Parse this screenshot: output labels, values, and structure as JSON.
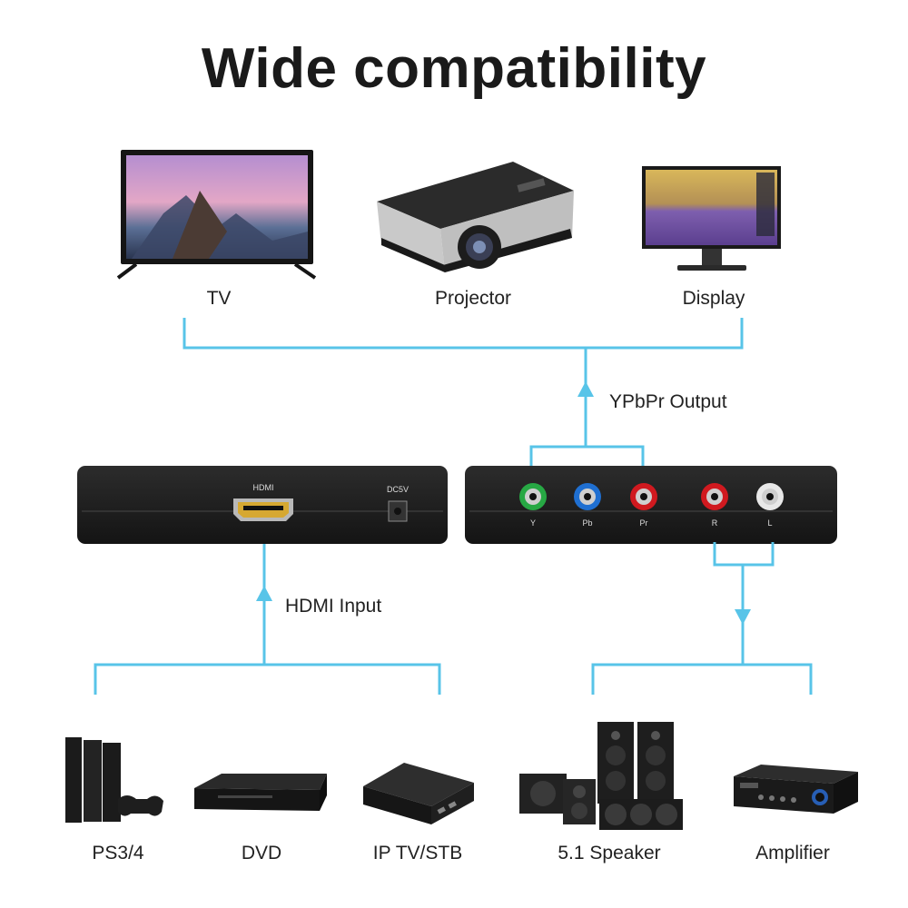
{
  "title": "Wide compatibility",
  "outputs": [
    {
      "label": "TV",
      "icon": "tv-icon"
    },
    {
      "label": "Projector",
      "icon": "projector-icon"
    },
    {
      "label": "Display",
      "icon": "monitor-icon"
    }
  ],
  "ypbpr_output_label": "YPbPr Output",
  "hdmi_input_label": "HDMI Input",
  "converter_front": {
    "hdmi_port_label": "HDMI",
    "power_label": "DC5V"
  },
  "converter_back": {
    "ports": [
      {
        "label": "Y",
        "color": "#27a844"
      },
      {
        "label": "Pb",
        "color": "#1f6fd1"
      },
      {
        "label": "Pr",
        "color": "#d0191f"
      },
      {
        "label": "R",
        "color": "#d0191f"
      },
      {
        "label": "L",
        "color": "#e8e8e8"
      }
    ]
  },
  "inputs": [
    {
      "label": "PS3/4",
      "icon": "game-console-icon"
    },
    {
      "label": "DVD",
      "icon": "dvd-player-icon"
    },
    {
      "label": "IP TV/STB",
      "icon": "set-top-box-icon"
    }
  ],
  "audio_outputs": [
    {
      "label": "5.1 Speaker",
      "icon": "speaker-system-icon"
    },
    {
      "label": "Amplifier",
      "icon": "amplifier-icon"
    }
  ],
  "colors": {
    "connector_line": "#58c4e8",
    "device_body": "#1c1c1c"
  }
}
